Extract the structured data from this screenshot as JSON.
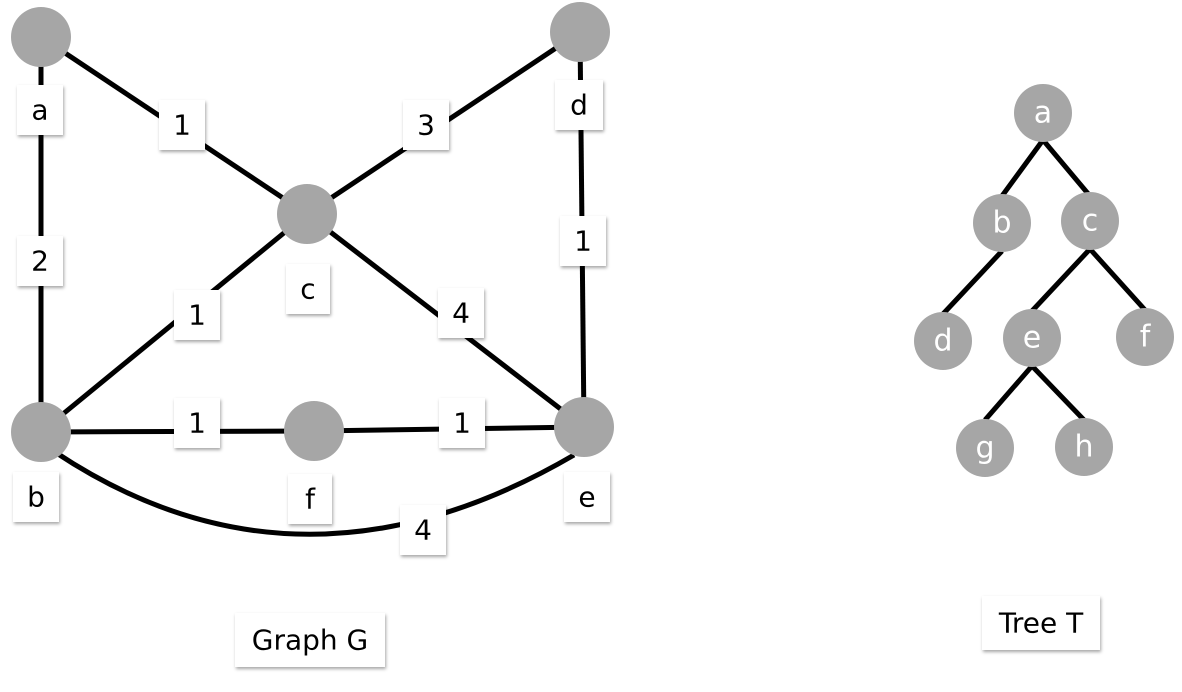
{
  "graph": {
    "caption": "Graph G",
    "nodes": [
      {
        "id": "a",
        "label": "a"
      },
      {
        "id": "b",
        "label": "b"
      },
      {
        "id": "c",
        "label": "c"
      },
      {
        "id": "d",
        "label": "d"
      },
      {
        "id": "e",
        "label": "e"
      },
      {
        "id": "f",
        "label": "f"
      }
    ],
    "edges": [
      {
        "from": "a",
        "to": "b",
        "weight": "2"
      },
      {
        "from": "a",
        "to": "c",
        "weight": "1"
      },
      {
        "from": "d",
        "to": "c",
        "weight": "3"
      },
      {
        "from": "d",
        "to": "e",
        "weight": "1"
      },
      {
        "from": "c",
        "to": "b",
        "weight": "1"
      },
      {
        "from": "c",
        "to": "e",
        "weight": "4"
      },
      {
        "from": "b",
        "to": "f",
        "weight": "1"
      },
      {
        "from": "f",
        "to": "e",
        "weight": "1"
      },
      {
        "from": "b",
        "to": "e",
        "weight": "4"
      }
    ]
  },
  "tree": {
    "caption": "Tree T",
    "nodes": [
      {
        "id": "a",
        "label": "a"
      },
      {
        "id": "b",
        "label": "b"
      },
      {
        "id": "c",
        "label": "c"
      },
      {
        "id": "d",
        "label": "d"
      },
      {
        "id": "e",
        "label": "e"
      },
      {
        "id": "f",
        "label": "f"
      },
      {
        "id": "g",
        "label": "g"
      },
      {
        "id": "h",
        "label": "h"
      }
    ],
    "edges": [
      {
        "from": "a",
        "to": "b"
      },
      {
        "from": "a",
        "to": "c"
      },
      {
        "from": "b",
        "to": "d"
      },
      {
        "from": "c",
        "to": "e"
      },
      {
        "from": "c",
        "to": "f"
      },
      {
        "from": "e",
        "to": "g"
      },
      {
        "from": "e",
        "to": "h"
      }
    ]
  },
  "colors": {
    "node_fill": "#a6a6a6",
    "edge": "#000000",
    "label_box": "#ffffff",
    "tree_label": "#ffffff"
  }
}
